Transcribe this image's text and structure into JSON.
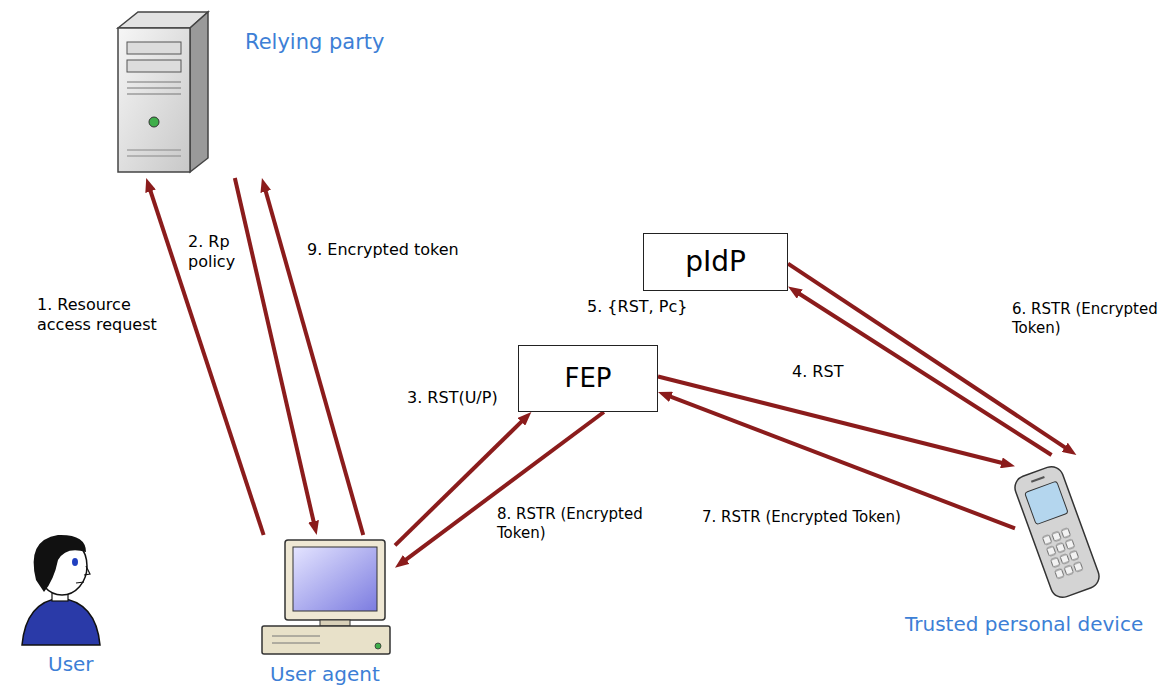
{
  "diagram": {
    "nodes": [
      {
        "text": [
          "Relying party"
        ]
      },
      {
        "text": [
          "pIdP"
        ]
      },
      {
        "text": [
          "FEP"
        ]
      },
      {
        "text": [
          "User"
        ]
      },
      {
        "text": [
          "User agent"
        ]
      },
      {
        "text": [
          "Trusted personal device"
        ]
      }
    ],
    "edges": [
      {
        "from": 4,
        "to": 0,
        "label": "1. Resource access request",
        "arrow": "to"
      },
      {
        "from": 0,
        "to": 4,
        "label": "2. Rp policy",
        "arrow": "to"
      },
      {
        "from": 4,
        "to": 2,
        "label": "3. RST(U/P)",
        "arrow": "to"
      },
      {
        "from": 2,
        "to": 5,
        "label": "4. RST",
        "arrow": "to"
      },
      {
        "from": 5,
        "to": 1,
        "label": "5. {RST, Pc}",
        "arrow": "to"
      },
      {
        "from": 1,
        "to": 5,
        "label": "6. RSTR (Encrypted Token)",
        "arrow": "to"
      },
      {
        "from": 5,
        "to": 2,
        "label": "7. RSTR (Encrypted Token)",
        "arrow": "to"
      },
      {
        "from": 2,
        "to": 4,
        "label": "8. RSTR (Encrypted Token)",
        "arrow": "to"
      },
      {
        "from": 4,
        "to": 0,
        "label": "9. Encrypted token",
        "arrow": "to"
      }
    ]
  }
}
